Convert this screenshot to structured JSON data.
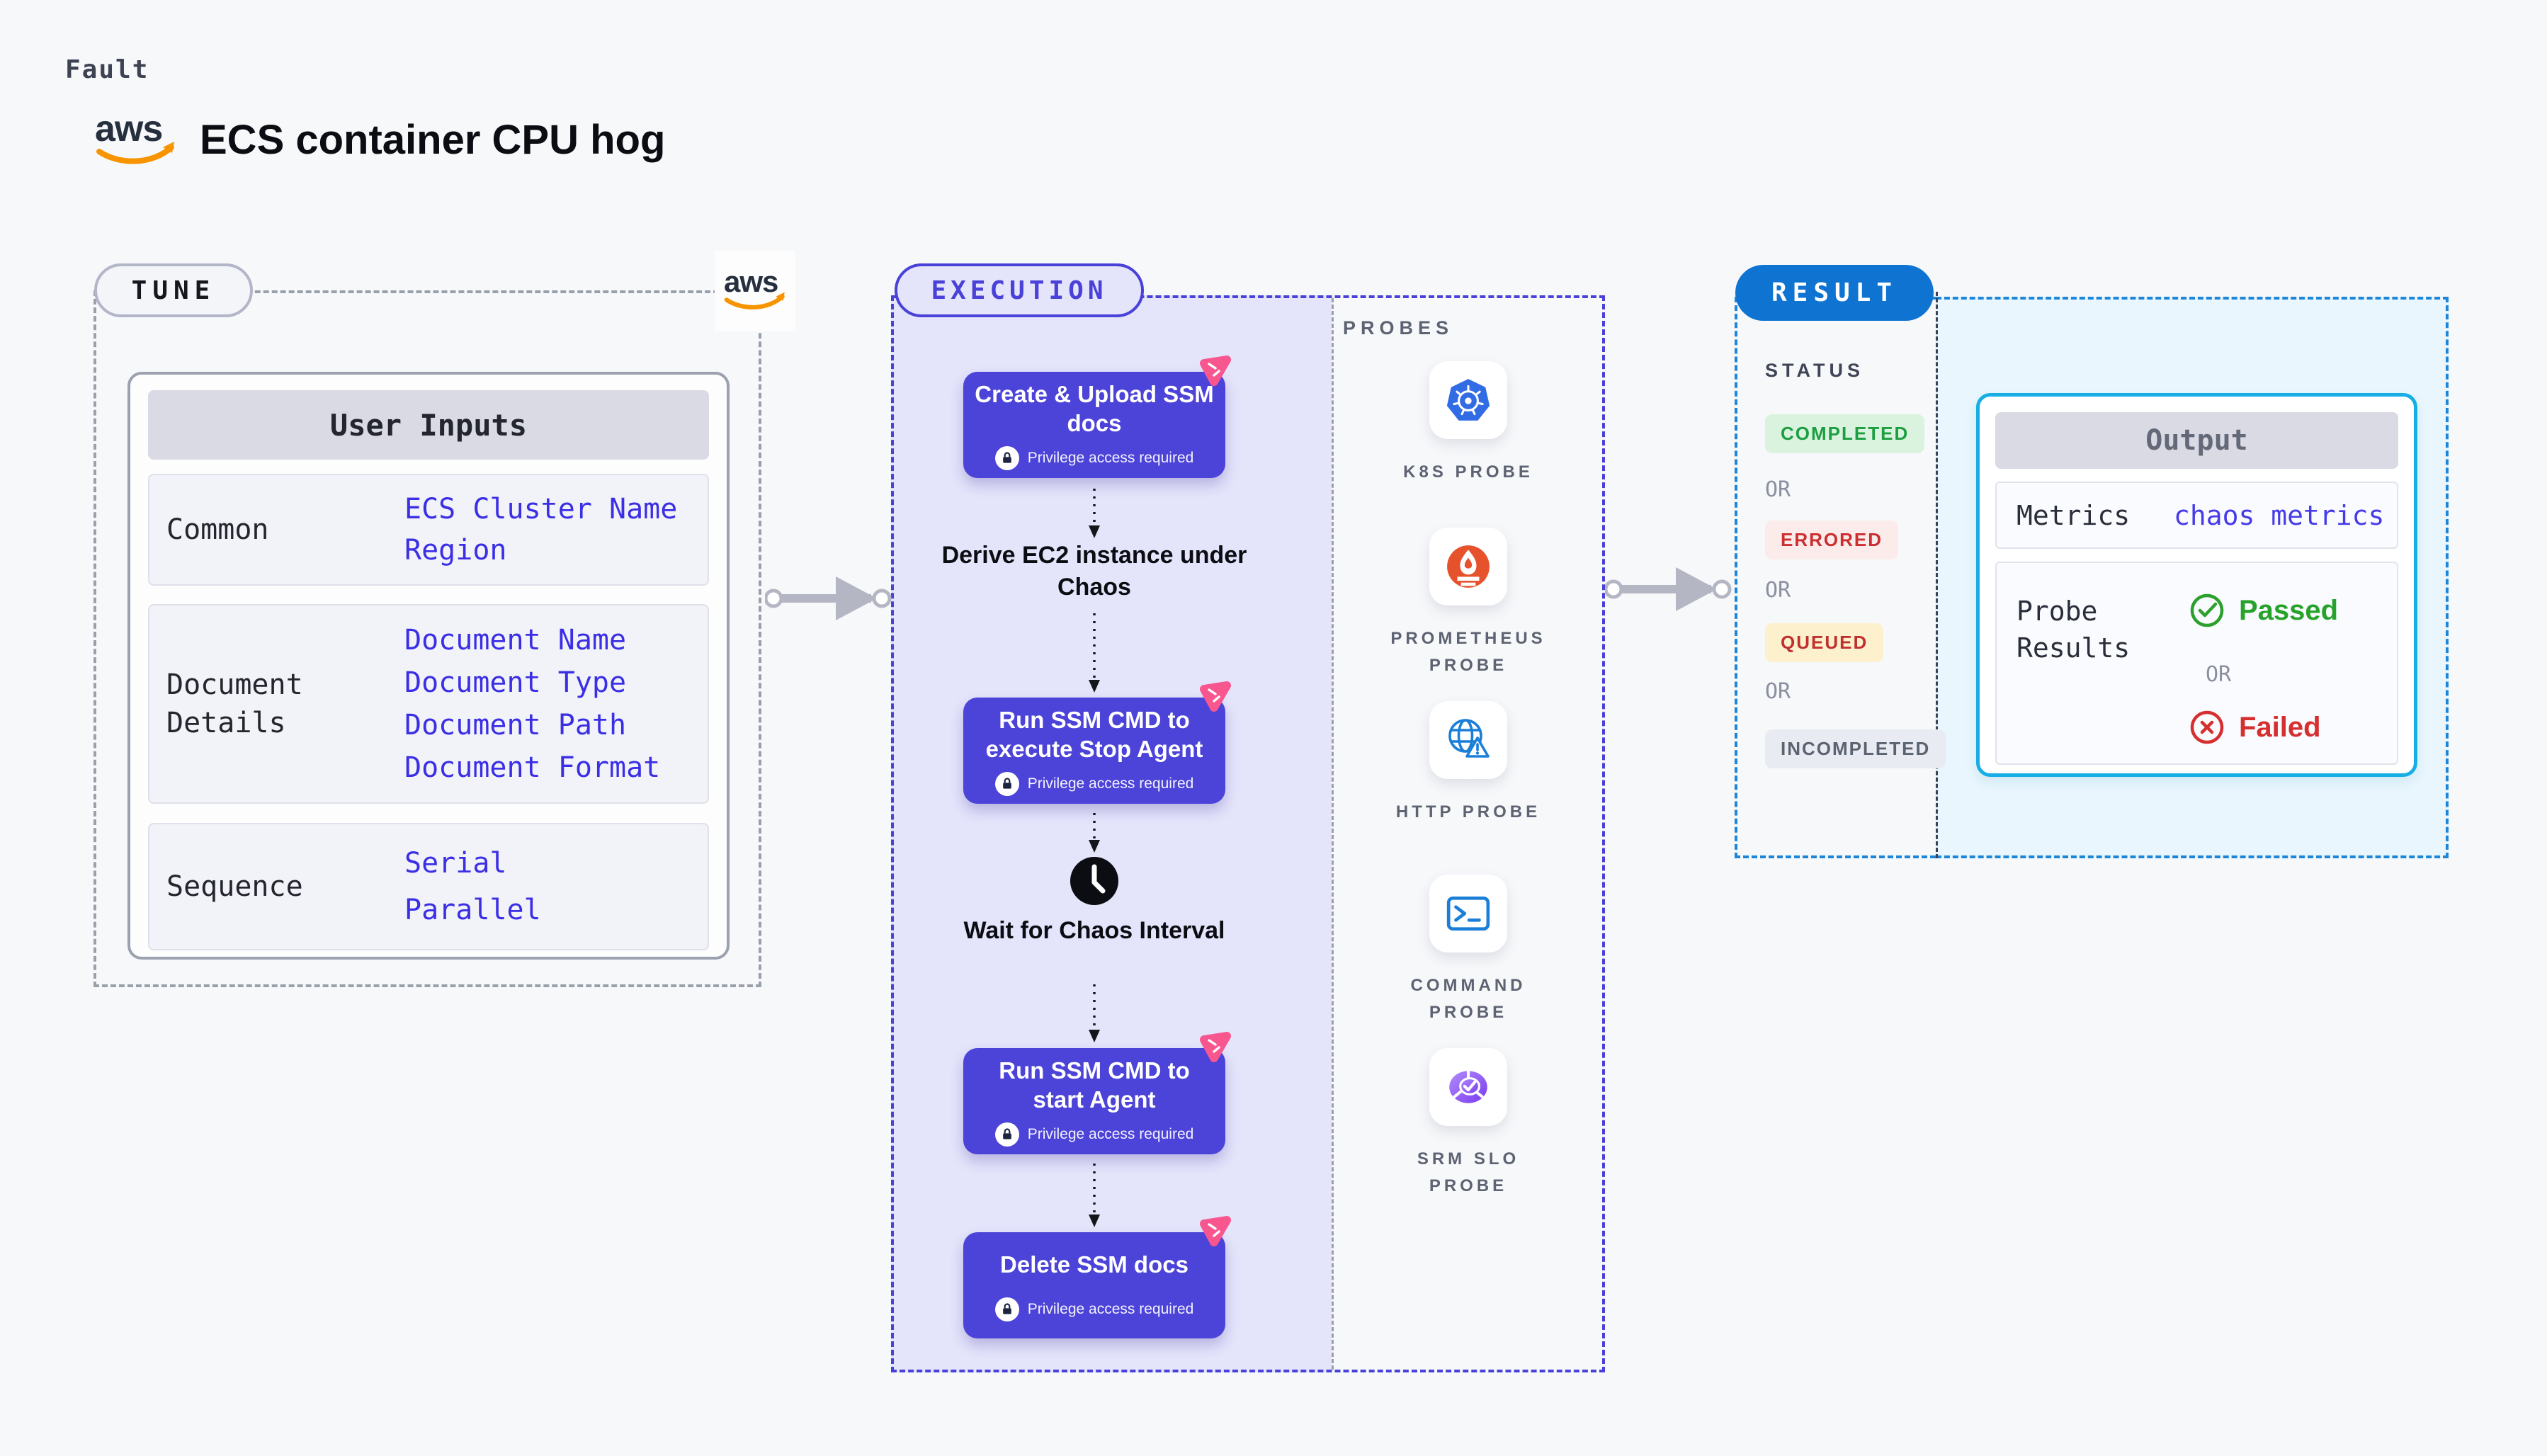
{
  "header": {
    "kicker": "Fault",
    "title": "ECS container CPU hog",
    "brand": "aws"
  },
  "tune": {
    "pill_label": "TUNE",
    "table_title": "User Inputs",
    "rows": [
      {
        "label": "Common",
        "values": [
          "ECS Cluster Name",
          "Region"
        ]
      },
      {
        "label": "Document Details",
        "values": [
          "Document Name",
          "Document Type",
          "Document Path",
          "Document Format"
        ]
      },
      {
        "label": "Sequence",
        "values": [
          "Serial",
          "Parallel"
        ]
      }
    ]
  },
  "execution": {
    "pill_label": "EXECUTION",
    "privilege_label": "Privilege access required",
    "flow": [
      {
        "type": "node",
        "title": "Create & Upload SSM docs"
      },
      {
        "type": "text",
        "title": "Derive EC2 instance under Chaos"
      },
      {
        "type": "node",
        "title": "Run SSM CMD to execute Stop Agent"
      },
      {
        "type": "milestone",
        "icon": "clock-icon",
        "title": "Wait for Chaos Interval"
      },
      {
        "type": "node",
        "title": "Run SSM CMD to start Agent"
      },
      {
        "type": "node",
        "title": "Delete SSM docs"
      }
    ],
    "probes": {
      "heading": "PROBES",
      "items": [
        {
          "label": "K8S PROBE",
          "icon": "kubernetes-icon"
        },
        {
          "label": "PROMETHEUS PROBE",
          "icon": "prometheus-icon"
        },
        {
          "label": "HTTP PROBE",
          "icon": "globe-warning-icon"
        },
        {
          "label": "COMMAND PROBE",
          "icon": "terminal-icon"
        },
        {
          "label": "SRM SLO PROBE",
          "icon": "slo-gauge-icon"
        }
      ]
    }
  },
  "result": {
    "pill_label": "RESULT",
    "status_heading": "STATUS",
    "or_label": "OR",
    "statuses": [
      {
        "label": "COMPLETED",
        "type": "success"
      },
      {
        "label": "ERRORED",
        "type": "error"
      },
      {
        "label": "QUEUED",
        "type": "warning"
      },
      {
        "label": "INCOMPLETED",
        "type": "neutral"
      }
    ],
    "output": {
      "title": "Output",
      "metrics_label": "Metrics",
      "metrics_value": "chaos metrics",
      "probe_results_label": "Probe Results",
      "passed_label": "Passed",
      "failed_label": "Failed"
    }
  },
  "colors": {
    "page_bg": "#f7f8fa",
    "indigo_accent": "#4a42d8",
    "node_bg": "#4c43d8",
    "lavender_panel": "#e4e4fb",
    "chaos_pink": "#f7578e",
    "value_blue": "#3b2fe5",
    "result_blue": "#0f74d1",
    "result_dash_blue": "#1c86d8",
    "cyan_panel": "#e9f6fd",
    "output_border": "#17aee6",
    "success_green": "#1d9e41",
    "passed_green": "#27a22b",
    "error_red": "#cb2f2f",
    "failed_red": "#d62f2f",
    "queued_bg": "#fdf0cd",
    "neutral_gray": "#5c6370",
    "aws_orange": "#f79400",
    "kubernetes_blue": "#326ce5",
    "prometheus_orange": "#e6522c",
    "probe_icon_blue": "#1b7fd8",
    "srm_purple": "#7a3bf0"
  }
}
